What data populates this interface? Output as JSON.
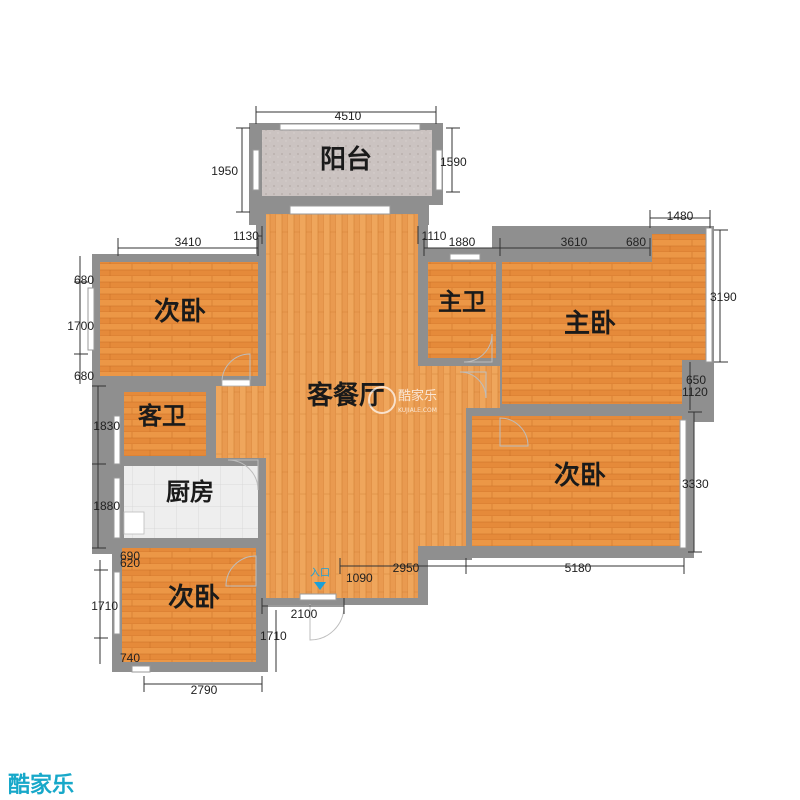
{
  "rooms": {
    "balcony": "阳台",
    "living_dining": "客餐厅",
    "bedroom_nw": "次卧",
    "guest_bath": "客卫",
    "kitchen": "厨房",
    "bedroom_sw": "次卧",
    "master_bath": "主卫",
    "master_bedroom": "主卧",
    "bedroom_e": "次卧"
  },
  "entrance_label": "入口",
  "dimensions": {
    "balcony_width": "4510",
    "balcony_left": "1950",
    "balcony_right": "1590",
    "top_3410": "3410",
    "top_1130": "1130",
    "top_1110": "1110",
    "top_1880": "1880",
    "top_3610": "3610",
    "top_680": "680",
    "top_1480": "1480",
    "right_3190": "3190",
    "right_650": "650",
    "right_1120": "1120",
    "right_3330": "3330",
    "left_680a": "680",
    "left_1700": "1700",
    "left_680b": "680",
    "left_1830": "1830",
    "left_1880": "1880",
    "left_690": "690",
    "left_620": "620",
    "left_1710": "1710",
    "left_740": "740",
    "bottom_1090": "1090",
    "bottom_2950": "2950",
    "bottom_5180": "5180",
    "bottom_2100": "2100",
    "bottom_1710": "1710",
    "bottom_2790": "2790"
  },
  "watermark": {
    "name": "酷家乐",
    "url": "KUJIALE.COM"
  },
  "brand_logo": "酷家乐",
  "colors": {
    "wood_floor": "#e9903f",
    "wood_floor_living": "#eaa05a",
    "tile_kitchen": "#ececec",
    "balcony_tile": "#c9c2c0",
    "wall": "#8f8f8f",
    "brand": "#17a8c9"
  }
}
